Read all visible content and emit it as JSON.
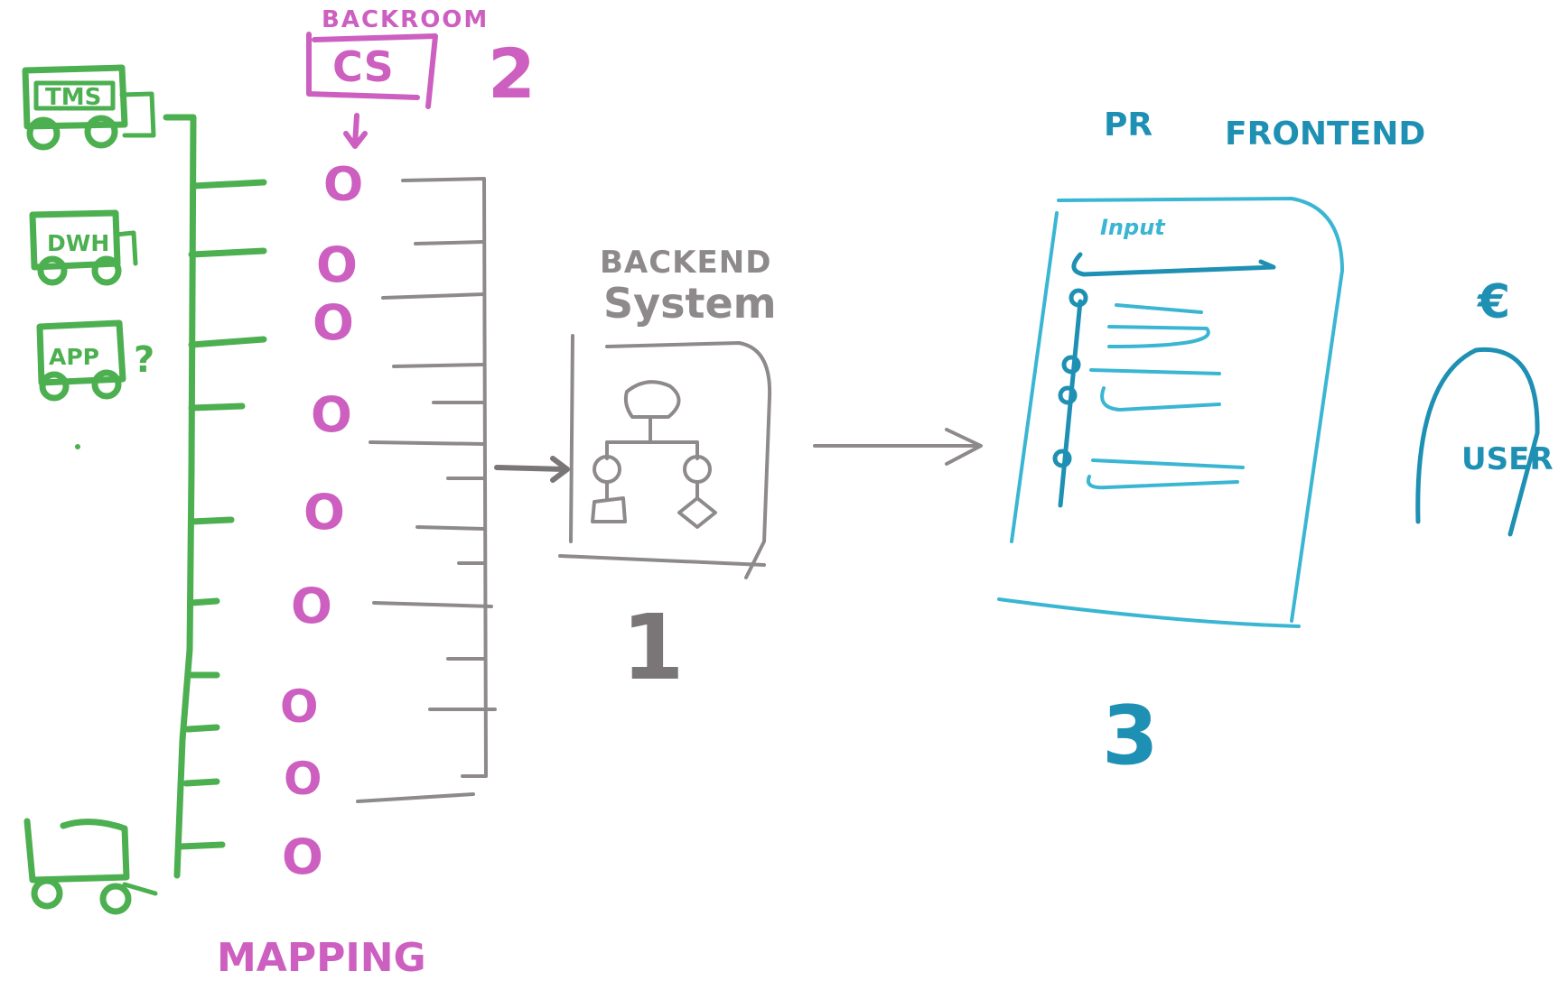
{
  "source_systems": {
    "labels": [
      "TMS",
      "DWH",
      "APP",
      "?"
    ]
  },
  "mapping": {
    "circle_glyph": "O",
    "backroom_label": "BACKROOM",
    "cs_label": "CS",
    "step_number": "2",
    "mapping_label": "MAPPING"
  },
  "backend": {
    "title_line1": "BACKEND",
    "title_line2": "System",
    "step_number": "1"
  },
  "frontend": {
    "header_left": "PR",
    "header_right": "FRONTEND",
    "input_label": "Input",
    "step_number": "3"
  },
  "user": {
    "currency_symbol": "€",
    "label": "USER"
  },
  "colors": {
    "sources": "#4caf50",
    "mapping": "#cc5fc0",
    "backend": "#8e8a8b",
    "frontend": "#3ab6d3",
    "user": "#1e90b3"
  }
}
